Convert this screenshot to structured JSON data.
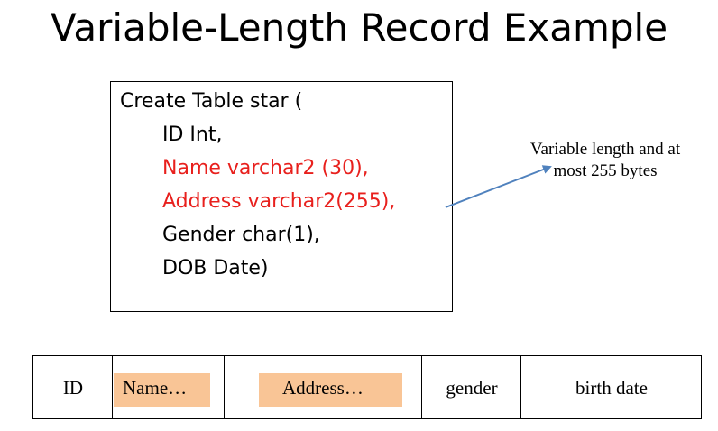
{
  "title": "Variable-Length Record Example",
  "code_box": {
    "lines": [
      {
        "text": "Create Table star (",
        "highlight": false
      },
      {
        "text": "ID Int,",
        "highlight": false
      },
      {
        "text": "Name varchar2 (30),",
        "highlight": true
      },
      {
        "text": "Address varchar2(255),",
        "highlight": true
      },
      {
        "text": "Gender char(1),",
        "highlight": false
      },
      {
        "text": "DOB Date)",
        "highlight": false
      }
    ]
  },
  "annotation": {
    "line1": "Variable length and at",
    "line2": "most 255 bytes"
  },
  "record": {
    "fields": [
      {
        "label": "ID",
        "variable": false
      },
      {
        "label": "Name…",
        "variable": true
      },
      {
        "label": "Address…",
        "variable": true
      },
      {
        "label": "gender",
        "variable": false
      },
      {
        "label": "birth date",
        "variable": false
      }
    ]
  },
  "colors": {
    "highlight_text": "#e8201d",
    "variable_field_fill": "#f9c596",
    "arrow": "#4f81bd"
  }
}
